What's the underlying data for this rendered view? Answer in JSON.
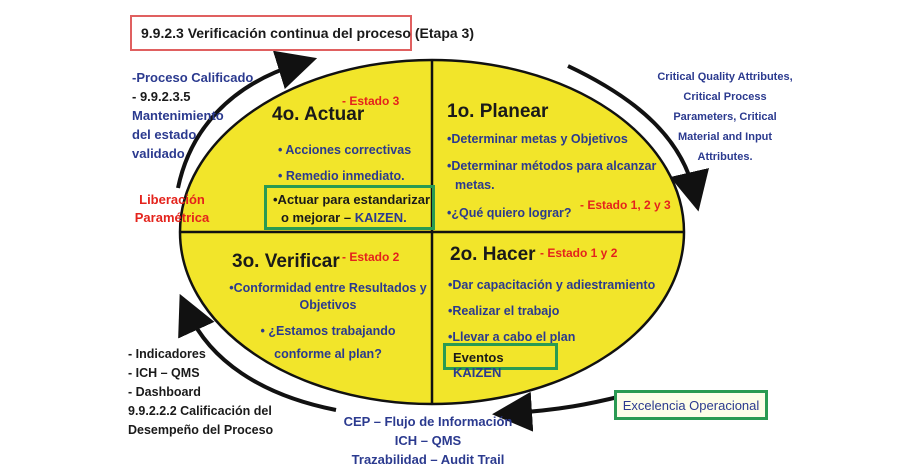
{
  "title": "9.9.2.3 Verificación continua del proceso (Etapa 3)",
  "top_left": [
    "-Proceso Calificado",
    "- 9.9.2.3.5",
    "Mantenimiento",
    "del estado",
    "validado"
  ],
  "liberacion": [
    "Liberación",
    "Paramétrica"
  ],
  "top_right": [
    "Critical Quality Attributes,",
    "Critical Process",
    "Parameters, Critical",
    "Material and Input",
    "Attributes."
  ],
  "bottom_left": [
    "- Indicadores",
    "- ICH – QMS",
    "- Dashboard",
    "9.9.2.2.2 Calificación del",
    "Desempeño del Proceso"
  ],
  "bottom_center": [
    "CEP – Flujo de Información",
    "ICH – QMS",
    "Trazabilidad – Audit Trail"
  ],
  "excelencia": "Excelencia Operacional",
  "quadrants": {
    "actuar": {
      "title": "4o. Actuar",
      "estado": "- Estado  3",
      "items": [
        "• Acciones correctivas",
        "• Remedio inmediato."
      ],
      "box_line1_prefix": "•Actuar para estandarizar",
      "box_line2_prefix": "o mejorar – ",
      "box_kaizen": "KAIZEN."
    },
    "planear": {
      "title": "1o. Planear",
      "items": [
        "•Determinar metas y Objetivos",
        "•Determinar métodos para alcanzar",
        "metas.",
        "•¿Qué quiero lograr?"
      ],
      "estado": "- Estado 1, 2 y 3"
    },
    "verificar": {
      "title": "3o. Verificar",
      "estado": "- Estado  2",
      "items": [
        "•Conformidad entre Resultados y",
        "Objetivos",
        "• ¿Estamos trabajando",
        "conforme al plan?"
      ]
    },
    "hacer": {
      "title": "2o. Hacer",
      "estado": "- Estado 1 y 2",
      "items": [
        "•Dar capacitación y adiestramiento",
        "•Realizar el trabajo",
        "•Llevar a cabo el plan"
      ],
      "eventos": "Eventos",
      "eventos_kaizen": "KAIZEN"
    }
  },
  "colors": {
    "ellipse_fill": "#f2e52a",
    "text_blue": "#2b3a8f",
    "accent_red": "#e4231c",
    "box_green": "#2a9a52"
  }
}
